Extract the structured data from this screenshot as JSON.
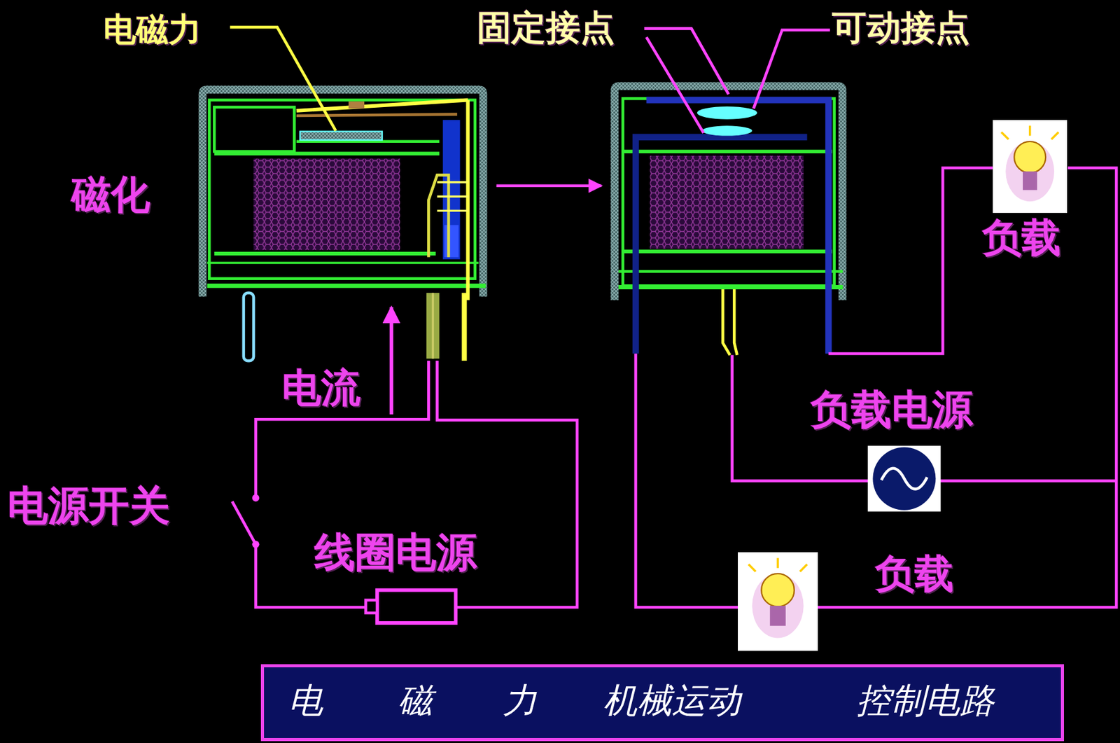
{
  "diagram": {
    "nodes": [
      {
        "text": [
          "电",
          "磁",
          "力",
          "机械运动",
          "控制电路"
        ]
      }
    ],
    "labels": [
      "电磁力",
      "固定接点",
      "可动接点",
      "磁化",
      "负载",
      "电流",
      "负载电源",
      "电源开关",
      "线圈电源",
      "负载"
    ]
  }
}
